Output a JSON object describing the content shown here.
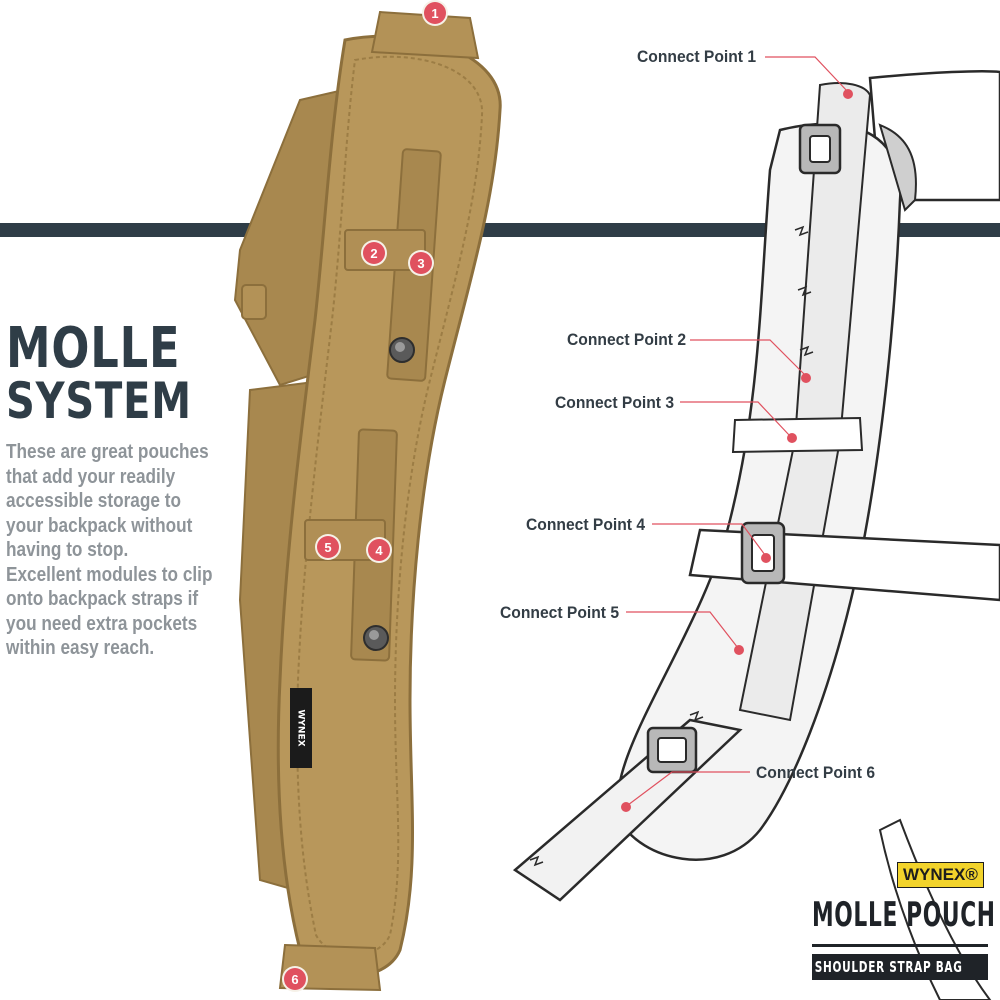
{
  "headline": {
    "line1": "MOLLE",
    "line2": "SYSTEM"
  },
  "description": "These are great pouches\nthat add your readily\naccessible storage to\nyour backpack without\nhaving to stop.\nExcellent modules to clip\nonto backpack straps if\nyou need  extra pockets\nwithin easy reach.",
  "connect_points": [
    {
      "label": "Connect Point 1",
      "number": "1"
    },
    {
      "label": "Connect Point 2",
      "number": "2"
    },
    {
      "label": "Connect Point 3",
      "number": "3"
    },
    {
      "label": "Connect Point 4",
      "number": "4"
    },
    {
      "label": "Connect Point 5",
      "number": "5"
    },
    {
      "label": "Connect Point 6",
      "number": "6"
    }
  ],
  "brand": {
    "badge": "WYNEX®",
    "pouch_tag": "WYNEX"
  },
  "product": {
    "title": "MOLLE POUCH",
    "subtitle": "SHOULDER STRAP BAG"
  },
  "colors": {
    "accent_red": "#e0515f",
    "dark_slate": "#2f3d47",
    "pouch_tan": "#b08f55",
    "badge_yellow": "#f2d32b"
  }
}
